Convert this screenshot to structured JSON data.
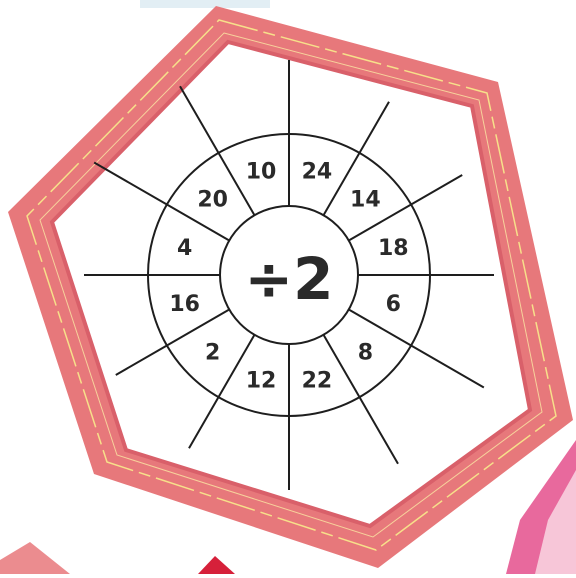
{
  "operator": "÷2",
  "numbers": [
    "24",
    "14",
    "18",
    "6",
    "8",
    "22",
    "12",
    "2",
    "16",
    "4",
    "20",
    "10"
  ],
  "colors": {
    "frame": "#e7787b",
    "frame_light": "#f2a4a4",
    "frame_dark": "#d9606a",
    "frame_stripe": "#f7e08a",
    "lines": "#1e1e1e",
    "text": "#2a2a2a",
    "accent_pink": "#e0377c",
    "accent_red": "#d6203a"
  }
}
